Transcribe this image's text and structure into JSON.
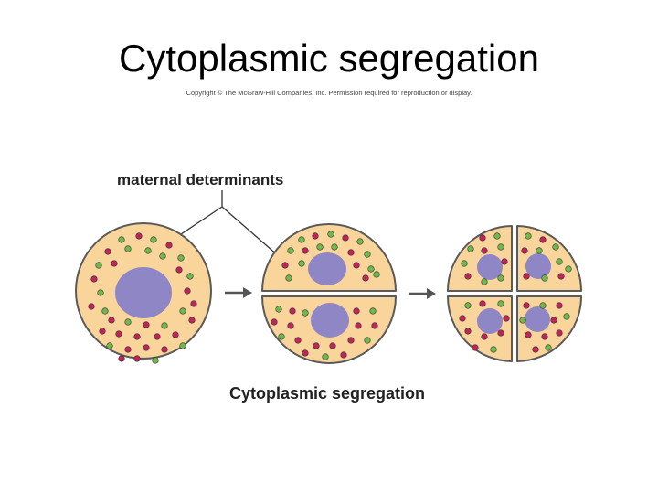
{
  "slide": {
    "title": "Cytoplasmic segregation",
    "copyright": "Copyright © The McGraw-Hill Companies, Inc. Permission required for reproduction or display."
  },
  "figure": {
    "label_top": "maternal determinants",
    "label_bottom": "Cytoplasmic segregation",
    "stages": [
      "one-cell",
      "two-cell",
      "four-cell"
    ],
    "colors": {
      "cytoplasm": "#f9d59b",
      "outline": "#5a5a5a",
      "nucleus": "#8f86c6",
      "green_granule": "#6fb84a",
      "red_granule": "#c0245a",
      "arrow": "#555555"
    }
  }
}
